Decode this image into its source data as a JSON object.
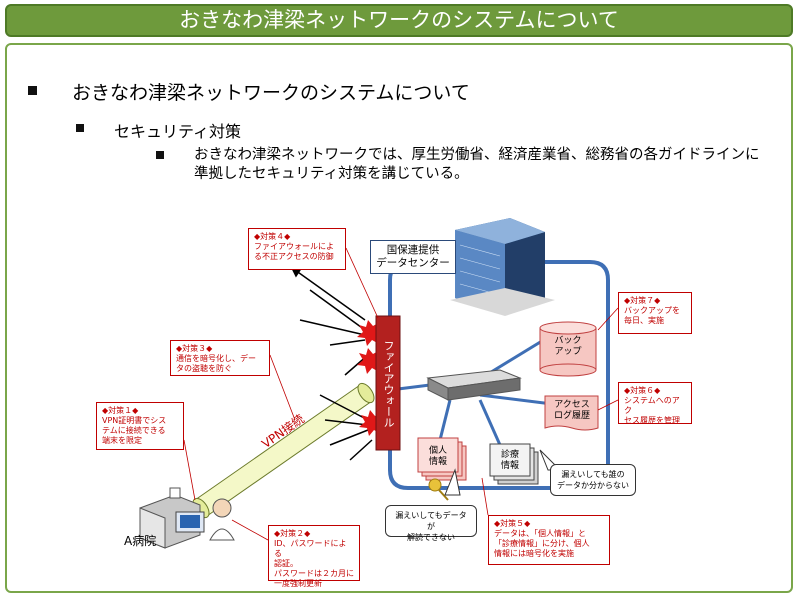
{
  "header": {
    "title": "おきなわ津梁ネットワークのシステムについて"
  },
  "bullets": {
    "level1": "おきなわ津梁ネットワークのシステムについて",
    "level2": "セキュリティ対策",
    "level3": "おきなわ津梁ネットワークでは、厚生労働省、経済産業省、総務省の各ガイドラインに準拠したセキュリティ対策を講じている。"
  },
  "diagram": {
    "datacenter_label": "国保連提供\nデータセンター",
    "firewall_label": "ファイアウォール",
    "vpn_label": "VPN接続",
    "hospital_label": "A病院",
    "backup_label": "バック\nアップ",
    "access_log_label": "アクセス\nログ履歴",
    "personal_info_label": "個人\n情報",
    "medical_info_label": "診療\n情報",
    "callout_leak_left": "漏えいしてもデータが\n解読できない",
    "callout_leak_right": "漏えいしても誰の\nデータか分からない",
    "measures": [
      {
        "title": "◆対策１◆",
        "text": "VPN証明書でシス\nテムに接続できる\n端末を限定"
      },
      {
        "title": "◆対策２◆",
        "text": "ID、パスワードによる\n認証。\nパスワードは２カ月に\n一度強制更新"
      },
      {
        "title": "◆対策３◆",
        "text": "通信を暗号化し、デー\nタの盗聴を防ぐ"
      },
      {
        "title": "◆対策４◆",
        "text": "ファイアウォールによ\nる不正アクセスの防御"
      },
      {
        "title": "◆対策５◆",
        "text": "データは、「個人情報」と\n「診療情報」に分け、個人\n情報には暗号化を実施"
      },
      {
        "title": "◆対策６◆",
        "text": "システムへのアク\nセス履歴を管理"
      },
      {
        "title": "◆対策７◆",
        "text": "バックアップを\n毎日、実施"
      }
    ]
  }
}
